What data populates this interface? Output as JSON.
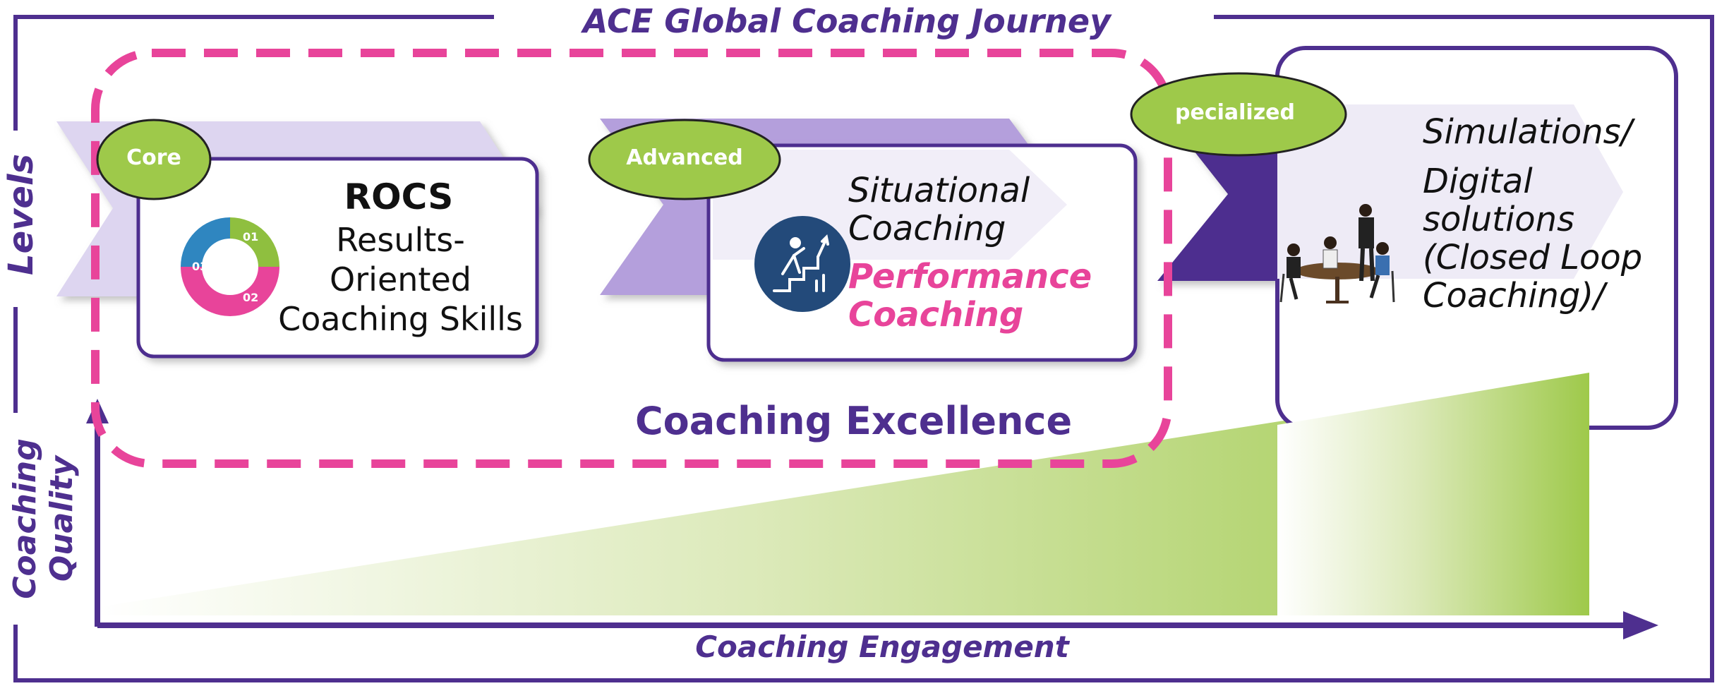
{
  "title": "ACE Global Coaching Journey",
  "axis": {
    "levels_label": "Levels",
    "quality_label_line1": "Coaching",
    "quality_label_line2": "Quality",
    "engagement_label": "Coaching Engagement"
  },
  "levels": {
    "core": {
      "badge": "Core",
      "title": "ROCS",
      "line1": "Results-",
      "line2": "Oriented",
      "line3": "Coaching Skills"
    },
    "advanced": {
      "badge": "Advanced",
      "line1": "Situational",
      "line2": "Coaching",
      "line3": "Performance",
      "line4": "Coaching"
    },
    "specialized": {
      "badge": "pecialized",
      "line1": "Simulations/",
      "line2": "Digital",
      "line3": "solutions",
      "line4": "(Closed Loop",
      "line5": "Coaching)/"
    }
  },
  "excellence_label": "Coaching Excellence",
  "cycle_icon": {
    "num1": "01",
    "num2": "02",
    "num3": "03"
  },
  "colors": {
    "purple": "#4e2f8f",
    "light_purple": "#b49fdc",
    "pale_purple": "#ddd5f0",
    "green": "#9ec94a",
    "pink": "#e8449a",
    "navy": "#234a7a"
  }
}
